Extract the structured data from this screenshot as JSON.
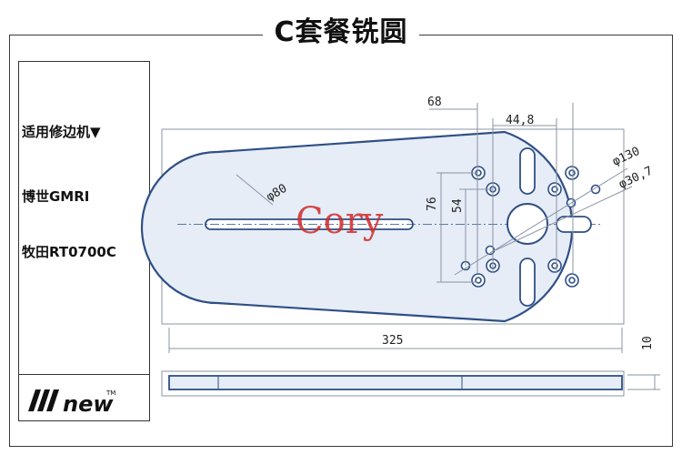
{
  "title": "C套餐铣圆",
  "side": {
    "heading": "适用修边机▼",
    "item1": "博世GMRI",
    "item2": "牧田RT0700C"
  },
  "logo": {
    "text": "new",
    "tm": "TM"
  },
  "watermark": "Cory",
  "dimensions": {
    "d68": "68",
    "d44": "44,8",
    "d130": "φ130",
    "d30": "φ30,7",
    "d80": "φ80",
    "d76": "76",
    "d54": "54",
    "d325": "325",
    "d10": "10"
  },
  "colors": {
    "plate_fill": "#e6edf7",
    "plate_stroke": "#2f4f86",
    "dim_line": "#8a94a6",
    "watermark": "#d12a2a"
  }
}
